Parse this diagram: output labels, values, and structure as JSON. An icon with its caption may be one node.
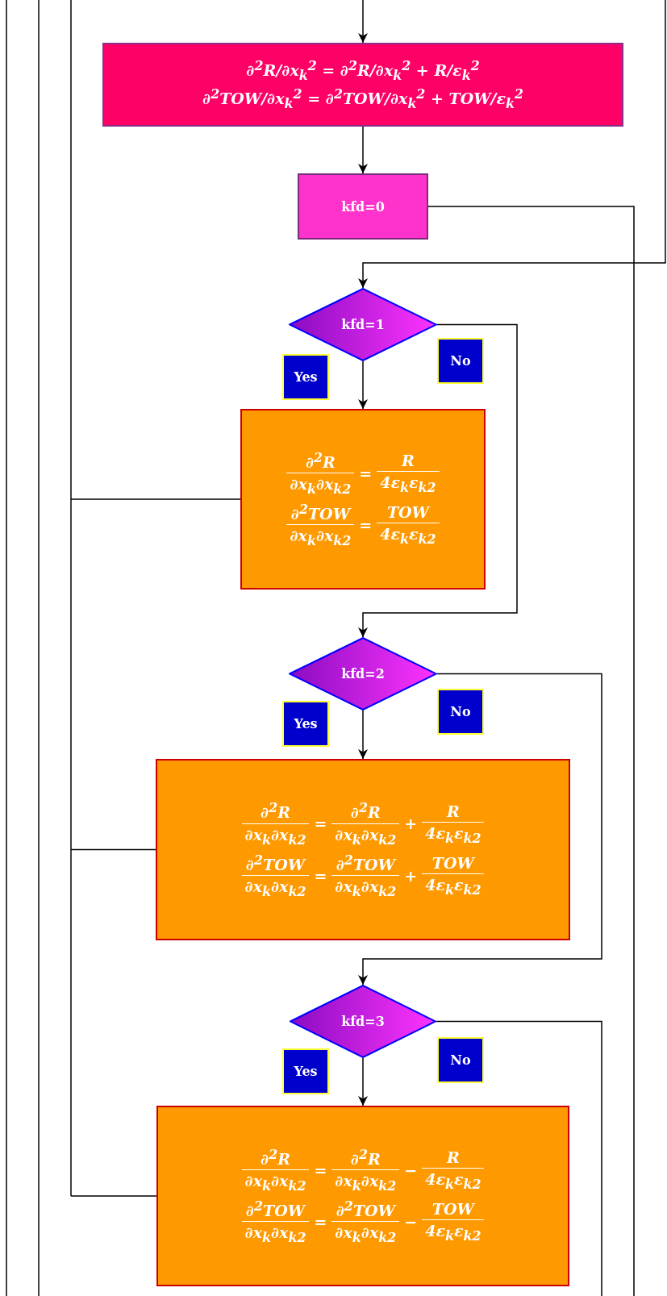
{
  "diagram": {
    "nodes": [
      {
        "text": [
          "∂$^{2}$R/∂x$_{k}$$^{2}$ = ∂$^{2}$R/∂x$_{k}$$^{2}$ + R/ε$_{k}$$^{2}$",
          "∂$^{2}$TOW/∂x$_{k}$$^{2}$ = ∂$^{2}$TOW/∂x$_{k}$$^{2}$ + TOW/ε$_{k}$$^{2}$"
        ]
      },
      {
        "text": [
          "kfd=0"
        ]
      },
      {
        "text": [
          "kfd=1"
        ]
      },
      {
        "text": [
          "∂$^{2}$R",
          "∂x$_{k}$∂x$_{k2}$",
          "=",
          "R",
          "4ε$_{k}$ε$_{k2}$",
          "∂$^{2}$TOW",
          "∂x$_{k}$∂x$_{k2}$",
          "=",
          "TOW",
          "4ε$_{k}$ε$_{k2}$"
        ]
      },
      {
        "text": [
          "kfd=2"
        ]
      },
      {
        "text": [
          "∂$^{2}$R",
          "∂x$_{k}$∂x$_{k2}$",
          "=",
          "∂$^{2}$R",
          "∂x$_{k}$∂x$_{k2}$",
          "+",
          "R",
          "4ε$_{k}$ε$_{k2}$",
          "∂$^{2}$TOW",
          "∂x$_{k}$∂x$_{k2}$",
          "=",
          "∂$^{2}$TOW",
          "∂x$_{k}$∂x$_{k2}$",
          "+",
          "TOW",
          "4ε$_{k}$ε$_{k2}$"
        ]
      },
      {
        "text": [
          "kfd=3"
        ]
      },
      {
        "text": [
          "∂$^{2}$R",
          "∂x$_{k}$∂x$_{k2}$",
          "=",
          "∂$^{2}$R",
          "∂x$_{k}$∂x$_{k2}$",
          "−",
          "R",
          "4ε$_{k}$ε$_{k2}$",
          "∂$^{2}$TOW",
          "∂x$_{k}$∂x$_{k2}$",
          "=",
          "∂$^{2}$TOW",
          "∂x$_{k}$∂x$_{k2}$",
          "−",
          "TOW",
          "4ε$_{k}$ε$_{k2}$"
        ]
      }
    ],
    "edges": [
      {
        "from": null,
        "to": 0,
        "arrow": "to"
      },
      {
        "from": 0,
        "to": 1,
        "arrow": "to"
      },
      {
        "from": 1,
        "to": null,
        "arrow": "none"
      },
      {
        "from": null,
        "to": 2,
        "arrow": "to"
      },
      {
        "from": 2,
        "to": 3,
        "arrow": "to",
        "label": "Yes"
      },
      {
        "from": 2,
        "to": 4,
        "arrow": "to",
        "label": "No"
      },
      {
        "from": 3,
        "to": null,
        "arrow": "none"
      },
      {
        "from": 4,
        "to": 5,
        "arrow": "to",
        "label": "Yes"
      },
      {
        "from": 4,
        "to": 6,
        "arrow": "to",
        "label": "No"
      },
      {
        "from": 5,
        "to": null,
        "arrow": "none"
      },
      {
        "from": 6,
        "to": 7,
        "arrow": "to",
        "label": "Yes"
      },
      {
        "from": 6,
        "to": null,
        "arrow": "none",
        "label": "No"
      },
      {
        "from": 7,
        "to": null,
        "arrow": "none"
      }
    ]
  }
}
